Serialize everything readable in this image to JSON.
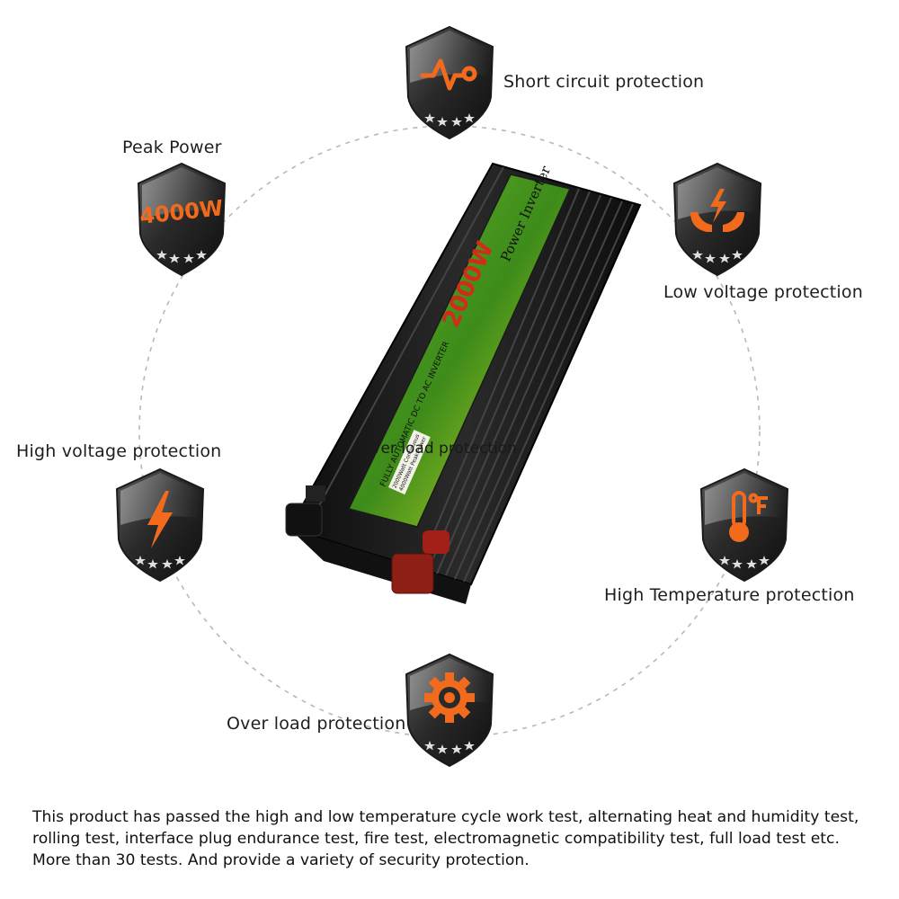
{
  "features": {
    "short_circuit": "Short circuit protection",
    "peak_power": "Peak Power",
    "peak_power_badge": "4000W",
    "low_voltage": "Low voltage protection",
    "high_voltage": "High voltage protection",
    "high_temperature": "High Temperature protection",
    "over_load": "Over load protection"
  },
  "product": {
    "overlay_label": "Over load protection",
    "panel_wattage": "2000W",
    "panel_title": "Power Inverter",
    "panel_subtitle": "FULLY AUTOMATIC DC TO AC INVERTER",
    "spec_continuous": "2000Watt Continuous",
    "spec_peak": "4000Watt Peak Power"
  },
  "description": "This product has passed the high and low temperature cycle work test, alternating heat and humidity test, rolling test, interface plug endurance test, fire test, electromagnetic compatibility test, full load test etc. More than 30 tests. And provide a variety of security protection.",
  "icons": {
    "short_circuit": "pulse-circuit-icon",
    "peak_power": "4000w-text-icon",
    "low_voltage": "hands-lightning-icon",
    "high_voltage": "lightning-bolt-icon",
    "high_temperature": "thermometer-fahrenheit-icon",
    "over_load": "gear-icon"
  },
  "colors": {
    "accent": "#f26a1b",
    "badge_dark": "#2b2b2b",
    "panel_green": "#4a9a1e",
    "panel_red": "#d42a1a"
  }
}
